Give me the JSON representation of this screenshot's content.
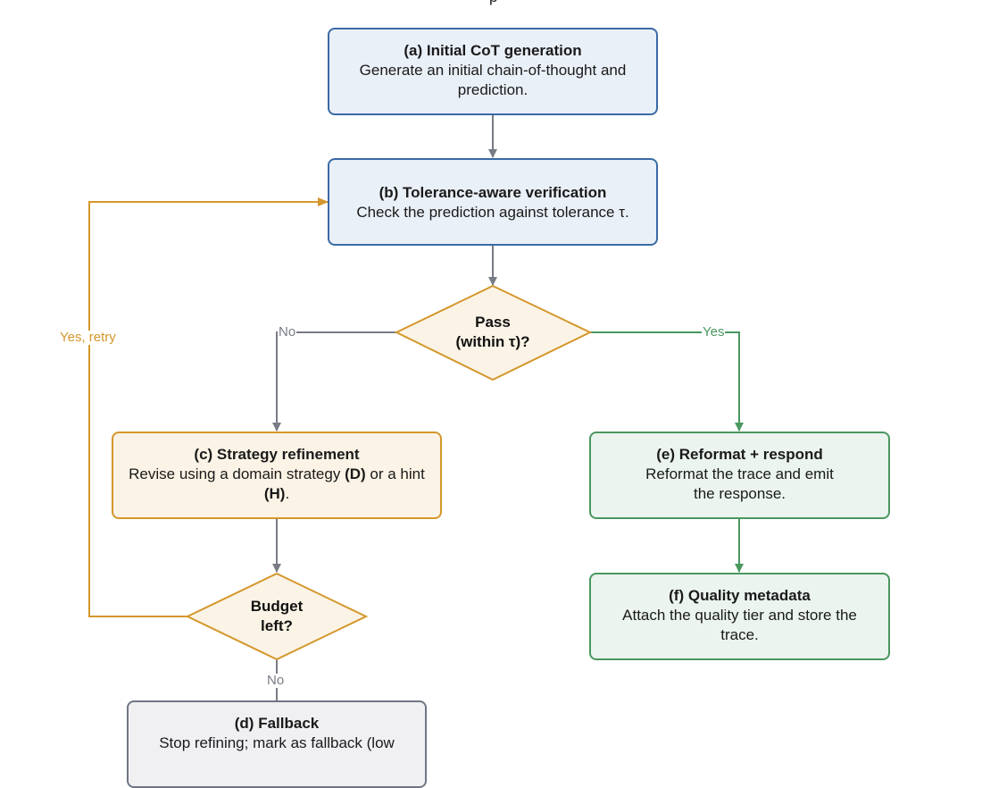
{
  "header": {
    "partial_text": "p"
  },
  "nodes": {
    "a": {
      "title": "(a) Initial CoT generation",
      "desc": "Generate an initial chain-of-thought and prediction."
    },
    "b": {
      "title": "(b) Tolerance-aware verification",
      "desc": "Check the prediction against tolerance τ."
    },
    "pass": {
      "line1": "Pass",
      "line2": "(within τ)?"
    },
    "c": {
      "title": "(c) Strategy refinement",
      "desc_pre": "Revise using a domain strategy ",
      "desc_b1": "(D)",
      "desc_mid": " or a hint ",
      "desc_b2": "(H)",
      "desc_post": "."
    },
    "budget": {
      "line1": "Budget",
      "line2": "left?"
    },
    "d": {
      "title": "(d) Fallback",
      "desc": "Stop refining; mark as fallback (low"
    },
    "e": {
      "title": "(e) Reformat + respond",
      "desc": "Reformat the trace and emit the response."
    },
    "f": {
      "title": "(f) Quality metadata",
      "desc": "Attach the quality tier and store the trace."
    }
  },
  "edge_labels": {
    "no_pass": "No",
    "yes_pass": "Yes",
    "retry": "Yes, retry",
    "no_budget": "No"
  },
  "colors": {
    "blue_fill": "#eaf0f7",
    "blue_stroke": "#3b6aa6",
    "orange_fill": "#fbf3e5",
    "orange_stroke": "#d4972c",
    "green_fill": "#ebf4ee",
    "green_stroke": "#4a9760",
    "gray_fill": "#f0f0f3",
    "gray_stroke": "#707584",
    "edge_gray": "#777b84",
    "edge_green": "#4a9760",
    "edge_orange": "#d4972c"
  }
}
